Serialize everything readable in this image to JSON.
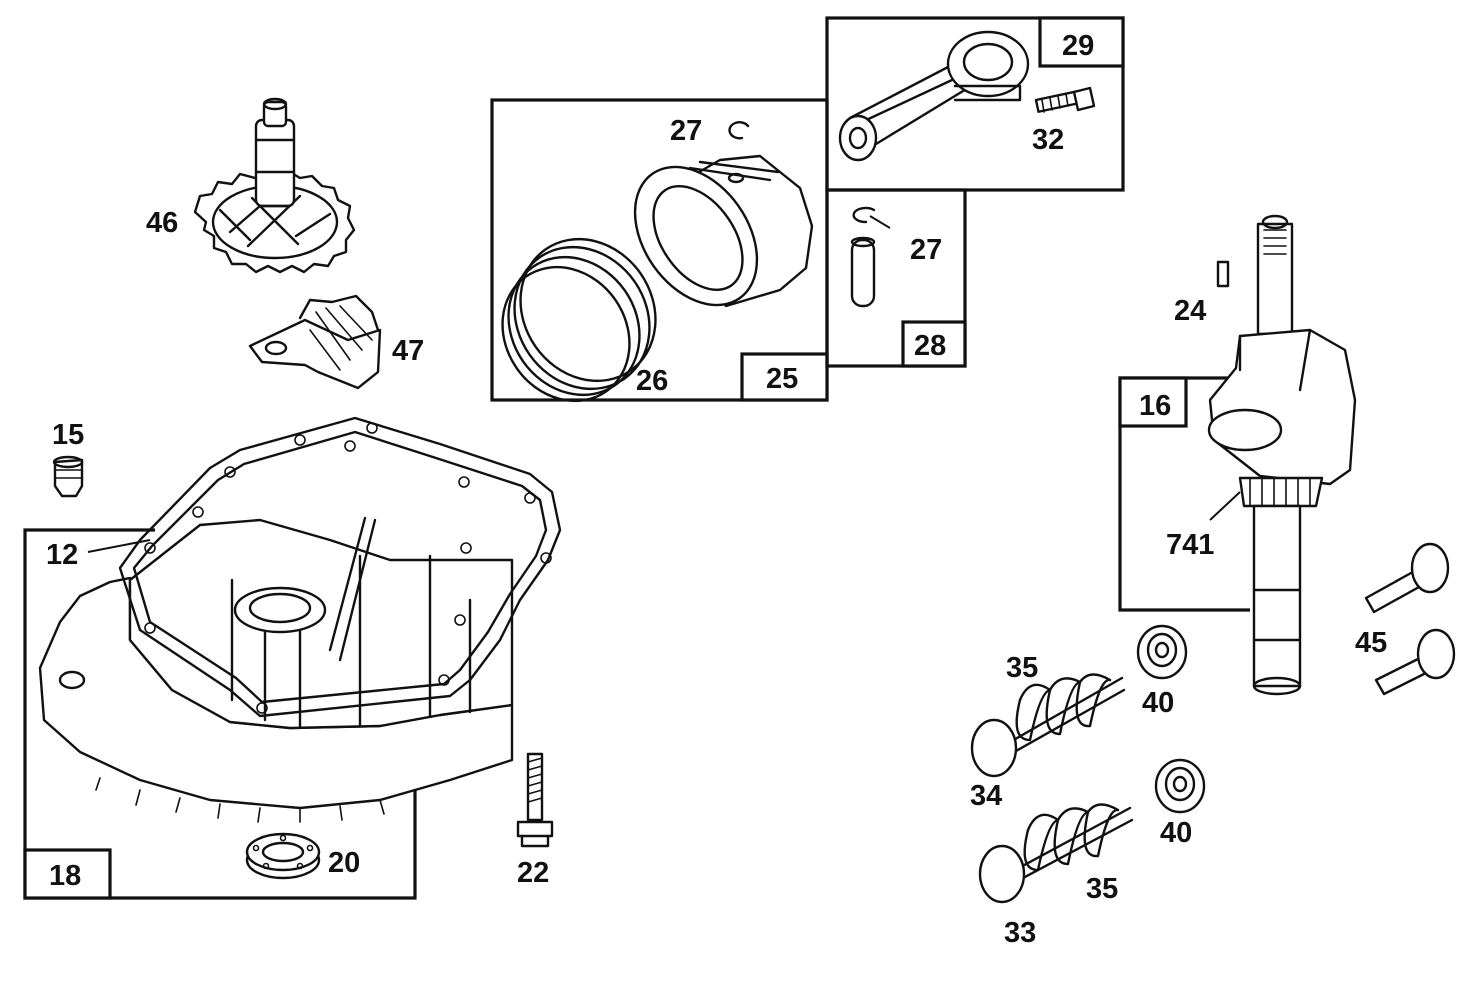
{
  "diagram": {
    "labels": {
      "p12": "12",
      "p15": "15",
      "p16": "16",
      "p18": "18",
      "p20": "20",
      "p22": "22",
      "p24": "24",
      "p25": "25",
      "p26": "26",
      "p27a": "27",
      "p27b": "27",
      "p28": "28",
      "p29": "29",
      "p32": "32",
      "p33": "33",
      "p34": "34",
      "p35a": "35",
      "p35b": "35",
      "p40a": "40",
      "p40b": "40",
      "p45": "45",
      "p46": "46",
      "p47": "47",
      "p741": "741"
    }
  }
}
